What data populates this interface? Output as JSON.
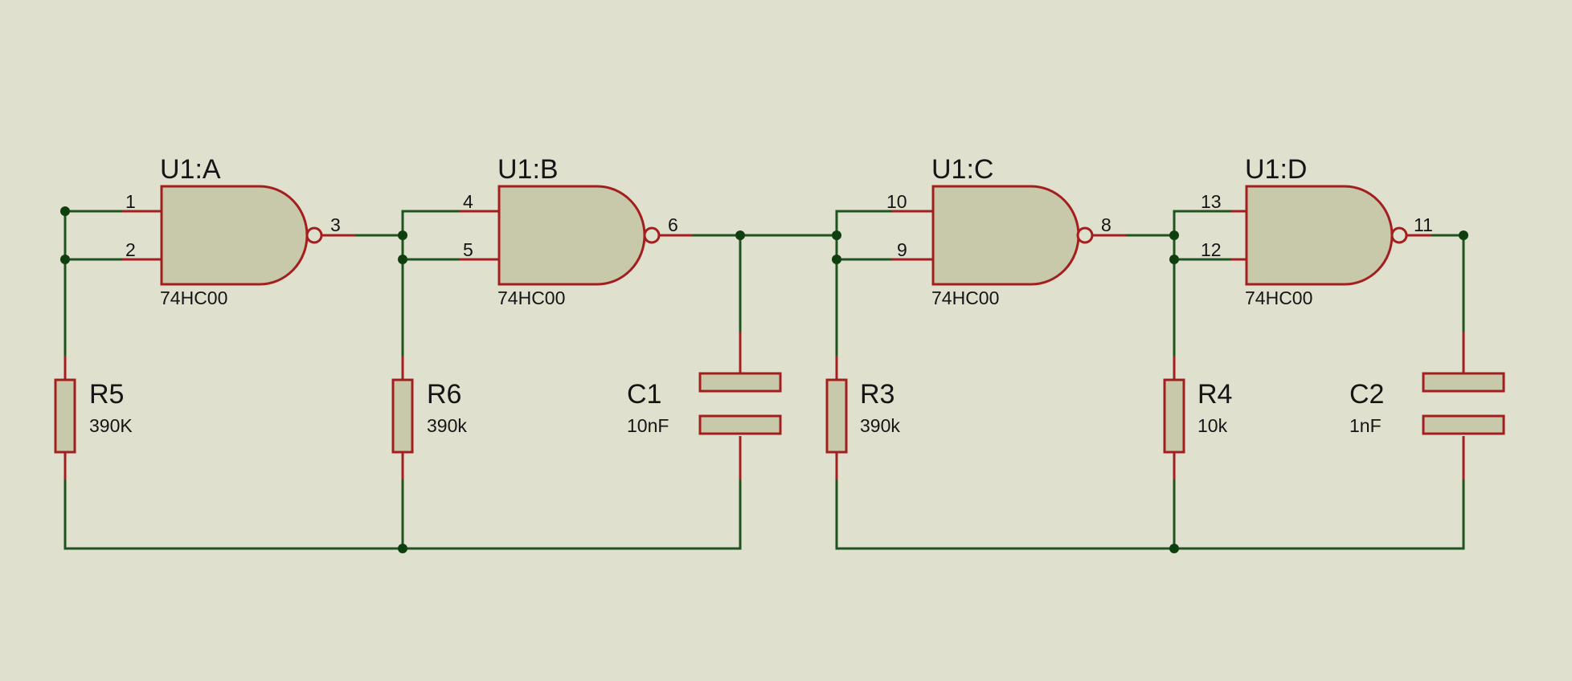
{
  "colors": {
    "background": "#e0e0cf",
    "wire": "#1f531f",
    "component_outline": "#a31f1f",
    "component_fill": "#c8c8aa",
    "junction": "#0f3f0f",
    "text": "#151515"
  },
  "gates": [
    {
      "ref": "U1:A",
      "part": "74HC00",
      "pin_in1": "1",
      "pin_in2": "2",
      "pin_out": "3"
    },
    {
      "ref": "U1:B",
      "part": "74HC00",
      "pin_in1": "4",
      "pin_in2": "5",
      "pin_out": "6"
    },
    {
      "ref": "U1:C",
      "part": "74HC00",
      "pin_in1": "10",
      "pin_in2": "9",
      "pin_out": "8"
    },
    {
      "ref": "U1:D",
      "part": "74HC00",
      "pin_in1": "13",
      "pin_in2": "12",
      "pin_out": "11"
    }
  ],
  "resistors": [
    {
      "ref": "R5",
      "value": "390K"
    },
    {
      "ref": "R6",
      "value": "390k"
    },
    {
      "ref": "R3",
      "value": "390k"
    },
    {
      "ref": "R4",
      "value": "10k"
    }
  ],
  "capacitors": [
    {
      "ref": "C1",
      "value": "10nF"
    },
    {
      "ref": "C2",
      "value": "1nF"
    }
  ]
}
